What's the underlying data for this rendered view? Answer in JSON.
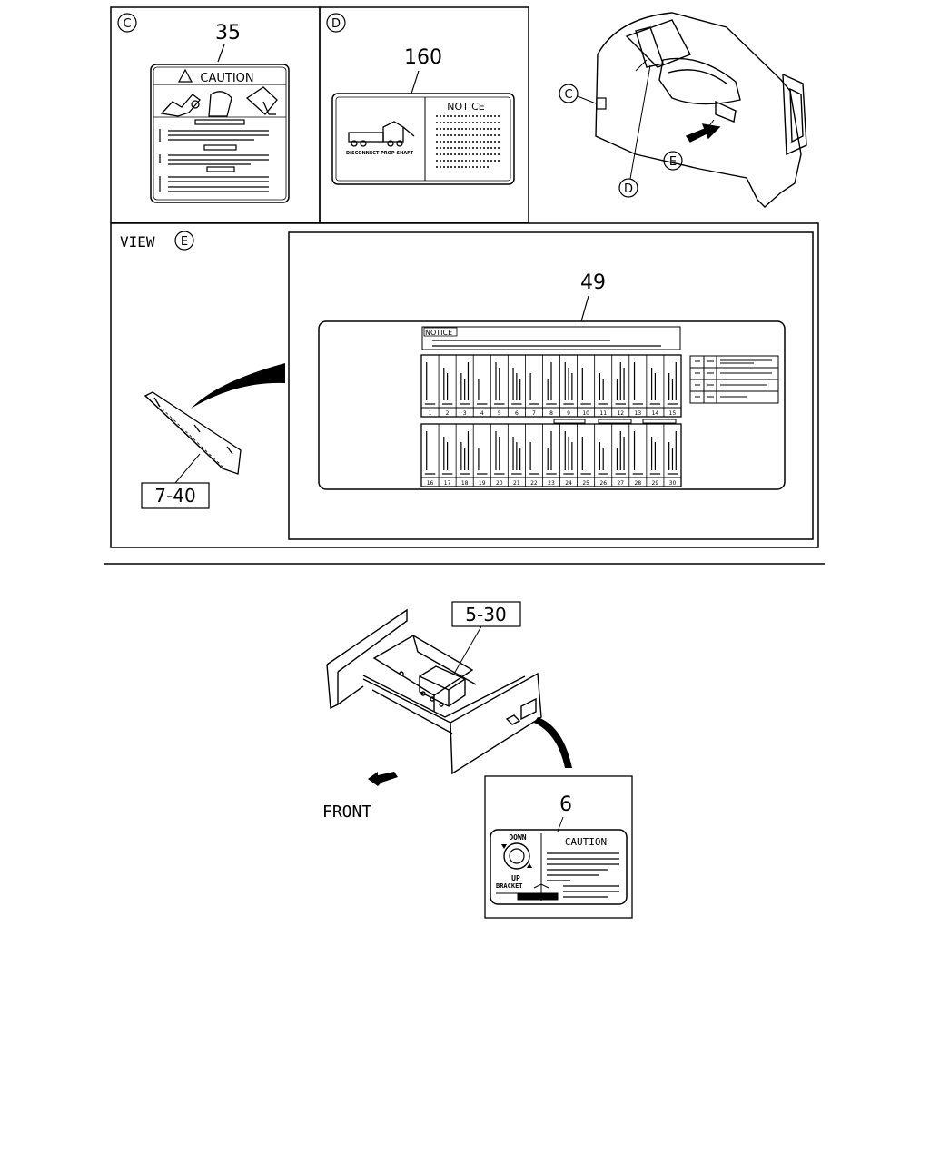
{
  "panel_c": {
    "letter": "C",
    "part_number": "35",
    "label_heading": "CAUTION"
  },
  "panel_d": {
    "letter": "D",
    "part_number": "160",
    "label_heading": "NOTICE",
    "label_caption": "DISCONNECT PROP-SHAFT"
  },
  "cab_view": {
    "callout_c": "C",
    "callout_d": "D",
    "callout_e": "E"
  },
  "view_e": {
    "title_prefix": "VIEW",
    "title_letter": "E",
    "panel_ref": "7-40",
    "part_number": "49",
    "label_heading": "NOTICE",
    "fuse_numbers_top": [
      "1",
      "2",
      "3",
      "4",
      "5",
      "6",
      "7",
      "8",
      "9",
      "10",
      "11",
      "12",
      "13",
      "14",
      "15"
    ],
    "fuse_numbers_bottom": [
      "16",
      "17",
      "18",
      "19",
      "20",
      "21",
      "22",
      "23",
      "24",
      "25",
      "26",
      "27",
      "28",
      "29",
      "30"
    ]
  },
  "frame_view": {
    "ref": "5-30",
    "direction": "FRONT",
    "part_number": "6",
    "label_heading": "CAUTION",
    "label_down": "DOWN",
    "label_up": "UP",
    "label_bracket": "BRACKET"
  }
}
